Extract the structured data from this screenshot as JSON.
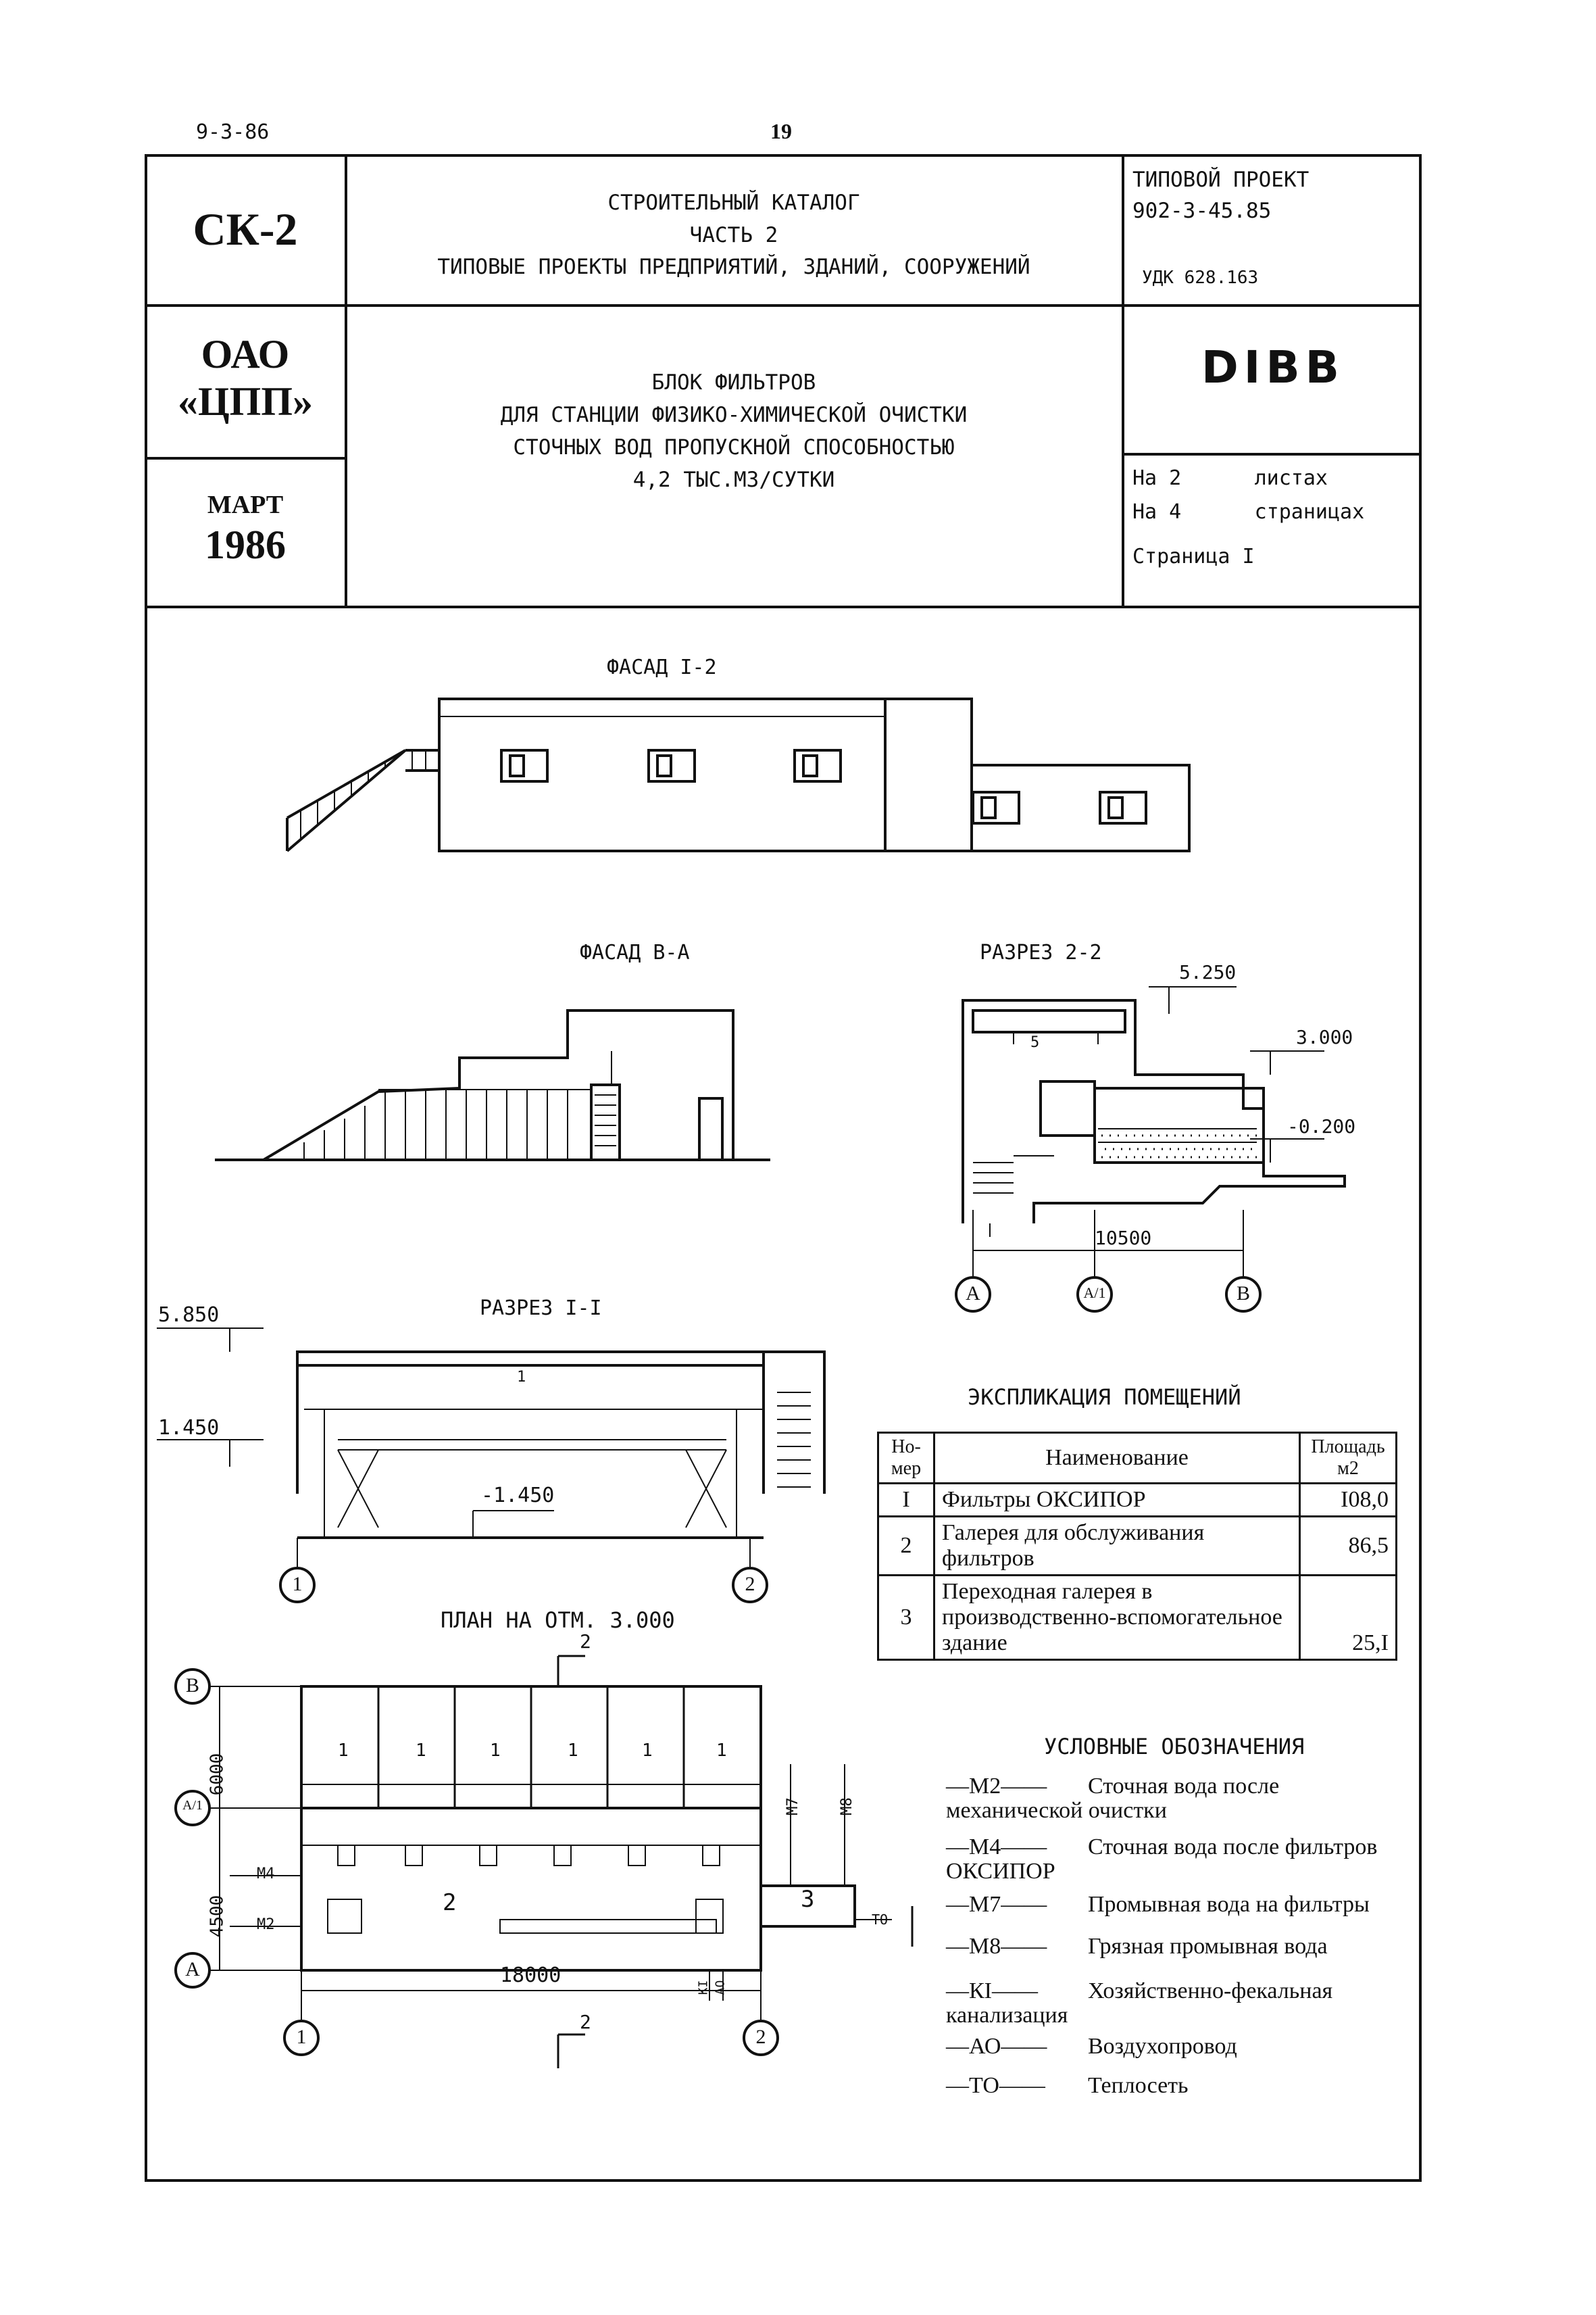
{
  "page_header": {
    "code": "9-3-86",
    "page_number": "19"
  },
  "header": {
    "sk_code": "СК-2",
    "catalog_line1": "СТРОИТЕЛЬНЫЙ КАТАЛОГ",
    "catalog_line2": "ЧАСТЬ 2",
    "catalog_line3": "ТИПОВЫЕ ПРОЕКТЫ ПРЕДПРИЯТИЙ, ЗДАНИЙ, СООРУЖЕНИЙ",
    "project_label": "ТИПОВОЙ ПРОЕКТ",
    "project_number": "902-3-45.85",
    "udk": "УДК 628.163",
    "org_line1": "ОАО",
    "org_line2": "«ЦПП»",
    "title_line1": "БЛОК ФИЛЬТРОВ",
    "title_line2": "ДЛЯ СТАНЦИИ ФИЗИКО-ХИМИЧЕСКОЙ ОЧИСТКИ",
    "title_line3": "СТОЧНЫХ ВОД ПРОПУСКНОЙ СПОСОБНОСТЬЮ",
    "title_line4": "4,2 ТЫС.М3/СУТКИ",
    "doc_code": "DIBB",
    "sheets_line": "На 2      листах",
    "pages_line": "На 4      страницах",
    "page_line": "Страница I",
    "month": "МАРТ",
    "year": "1986"
  },
  "drawings": {
    "facade_12": "ФАСАД I-2",
    "facade_ba": "ФАСАД В-А",
    "section_22": "РАЗРЕЗ 2-2",
    "section_11": "РАЗРЕЗ I-I",
    "plan": "ПЛАН НА ОТМ. 3.000",
    "elev_5250": "5.250",
    "elev_3000": "3.000",
    "elev_m0200": "-0.200",
    "dim_10500": "10500",
    "elev_5850": "5.850",
    "elev_1450": "1.450",
    "elev_m1450": "-1.450",
    "dim_18000": "18000",
    "dim_6000": "6000",
    "dim_4500": "4500",
    "axis_a": "А",
    "axis_a1": "А/1",
    "axis_b": "В",
    "axis_1": "1",
    "axis_2": "2",
    "cut_mark": "2",
    "room_2": "2",
    "room_3": "3",
    "room_1": "1",
    "room_5": "5",
    "line_m4": "М4",
    "line_m2": "М2",
    "line_m7": "М7",
    "line_m8": "М8",
    "line_to": "ТО",
    "line_ki": "КI",
    "line_ao": "АО"
  },
  "explication": {
    "title": "ЭКСПЛИКАЦИЯ ПОМЕЩЕНИЙ",
    "headers": {
      "number": "Но-мер",
      "name": "Наименование",
      "area": "Площадь м2"
    },
    "rows": [
      {
        "number": "I",
        "name": "Фильтры ОКСИПОР",
        "area": "I08,0"
      },
      {
        "number": "2",
        "name": "Галерея для обслуживания фильтров",
        "area": "86,5"
      },
      {
        "number": "3",
        "name": "Переходная галерея в производственно-вспомогательное здание",
        "area": "25,I"
      }
    ]
  },
  "legend": {
    "title": "УСЛОВНЫЕ ОБОЗНАЧЕНИЯ",
    "items": [
      {
        "code": "—М2——",
        "text": "Сточная вода после механической очистки"
      },
      {
        "code": "—М4——",
        "text": "Сточная вода после фильтров ОКСИПОР"
      },
      {
        "code": "—М7——",
        "text": "Промывная вода на фильтры"
      },
      {
        "code": "—М8——",
        "text": "Грязная промывная вода"
      },
      {
        "code": "—КI——",
        "text": "Хозяйственно-фекальная канализация"
      },
      {
        "code": "—АО——",
        "text": "Воздухопровод"
      },
      {
        "code": "—ТО——",
        "text": "Теплосеть"
      }
    ]
  }
}
